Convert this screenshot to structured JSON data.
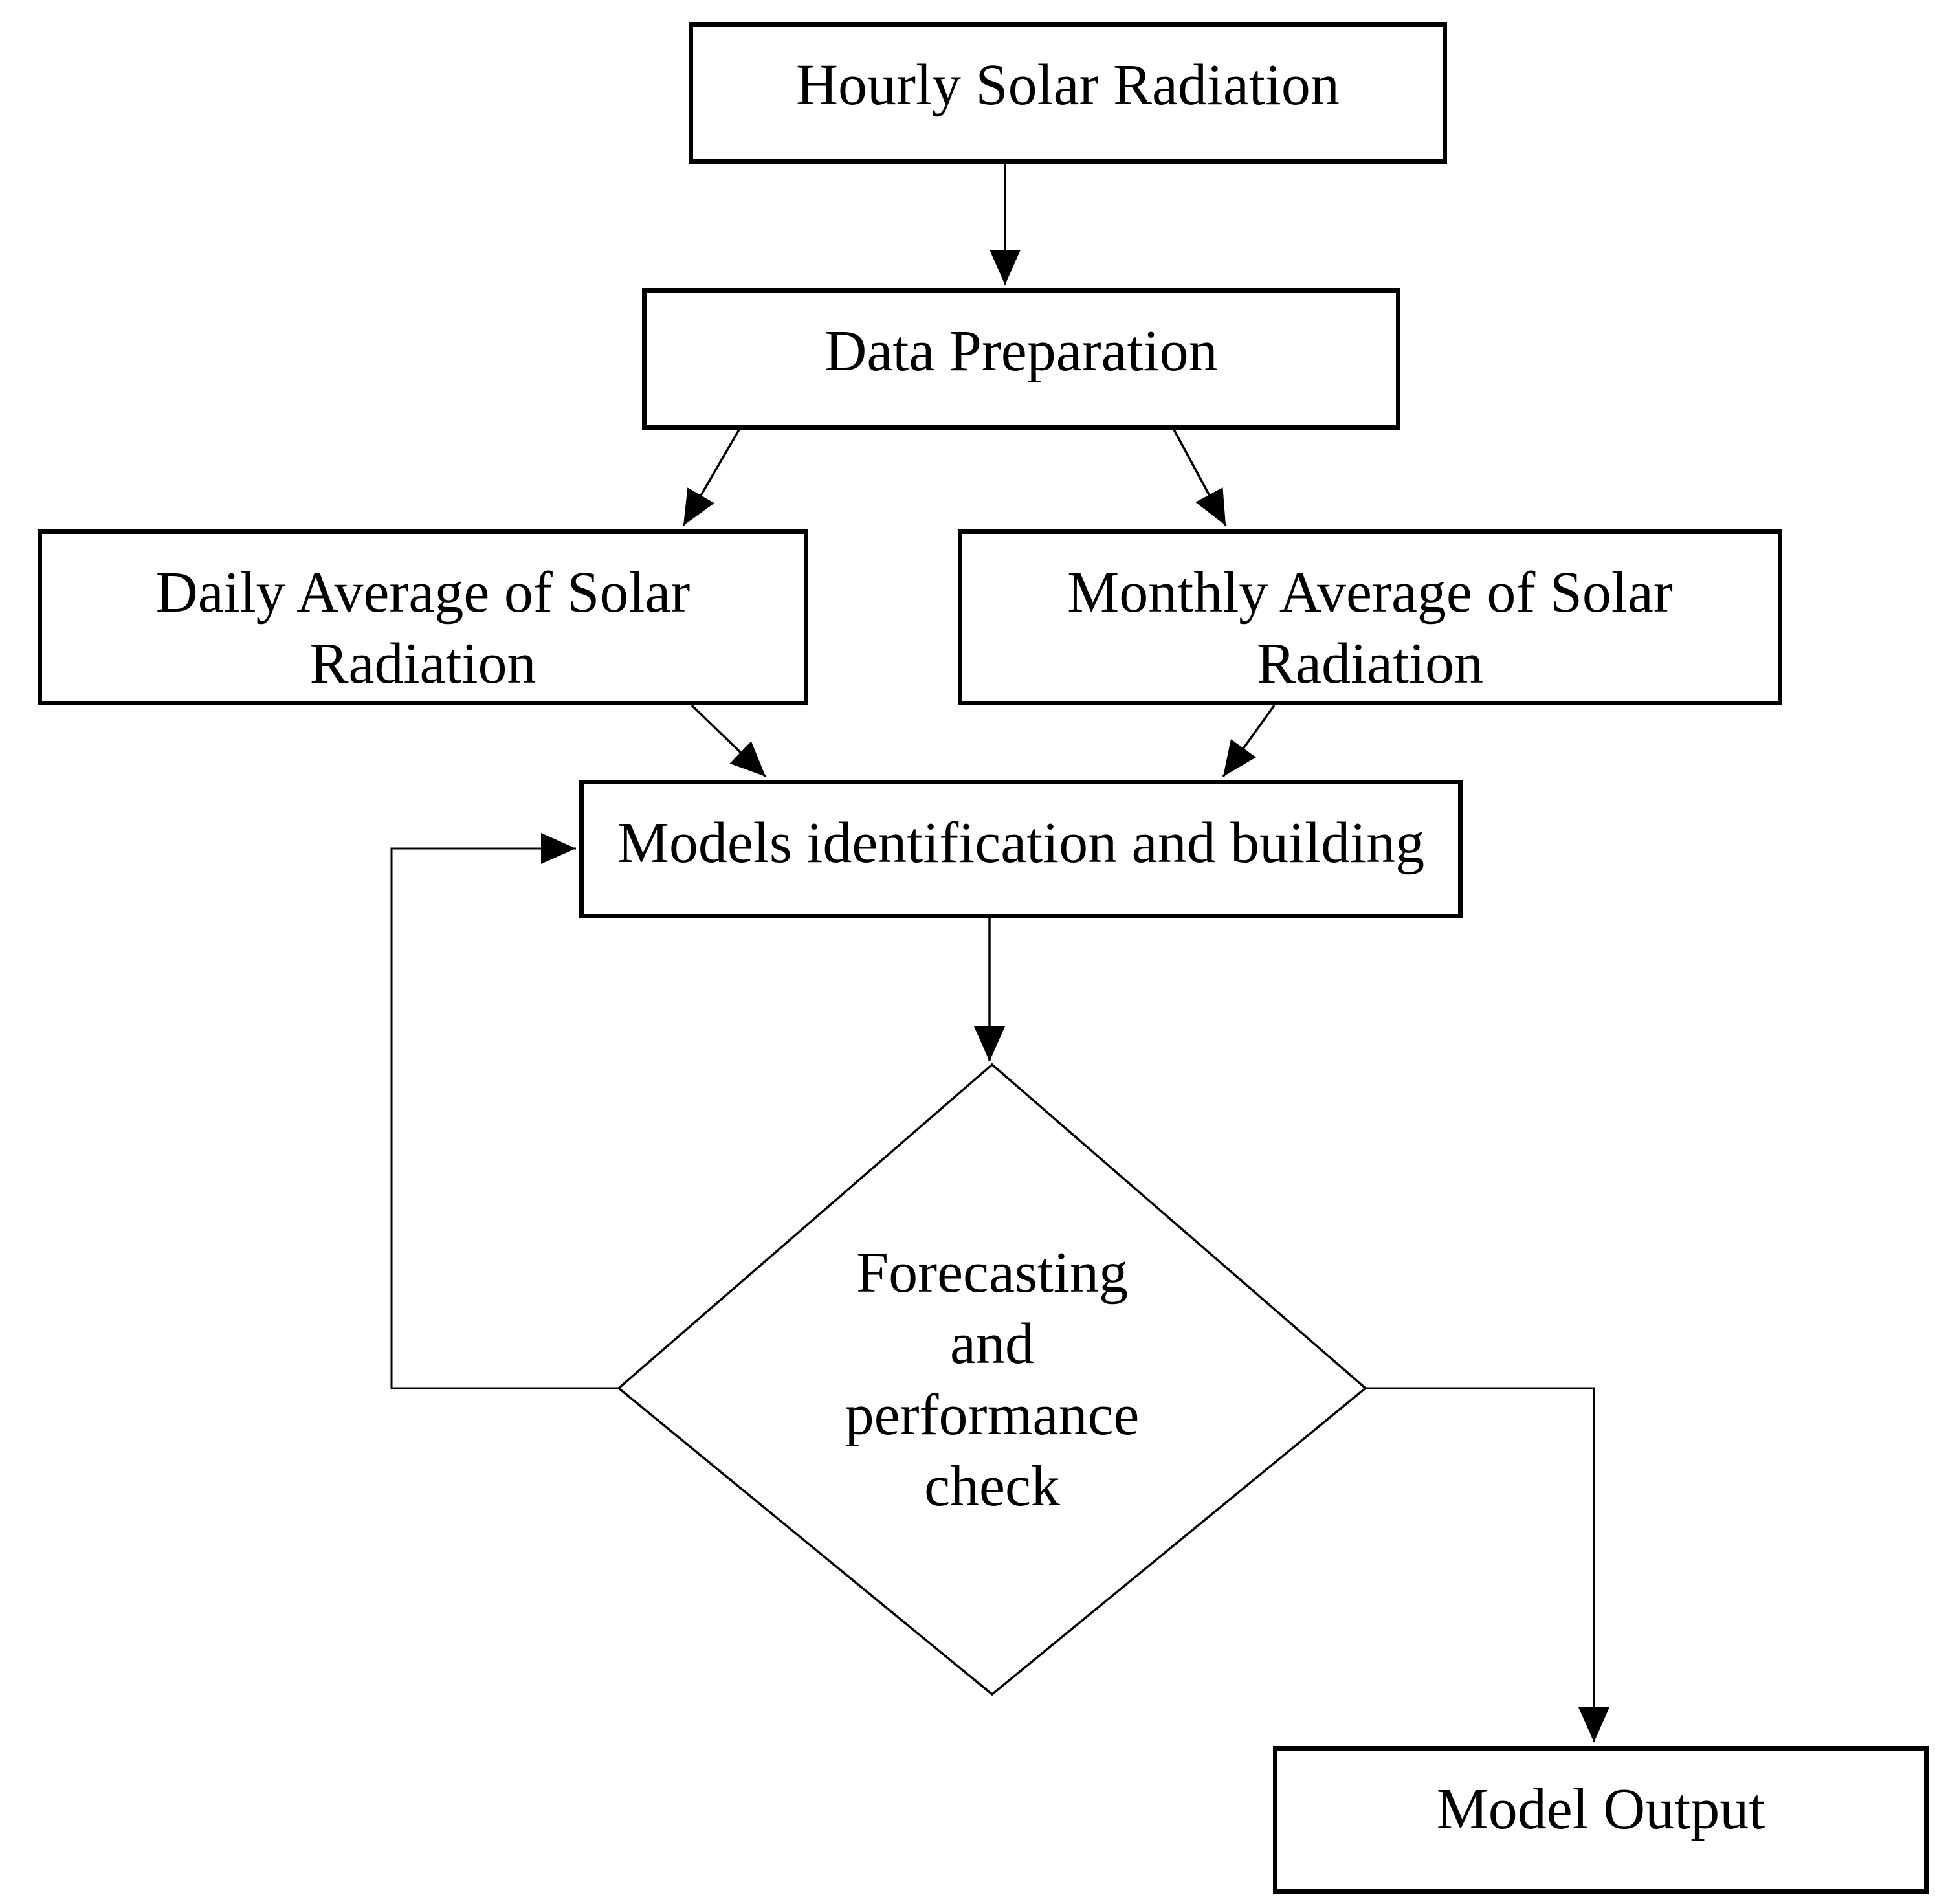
{
  "palette": {
    "background": "#ffffff",
    "ink": "#000000"
  },
  "flowchart": {
    "nodes": {
      "hourly": {
        "label": "Hourly Solar Radiation",
        "shape": "rectangle"
      },
      "dataprep": {
        "label": "Data Preparation",
        "shape": "rectangle"
      },
      "daily": {
        "label": "Daily Average of Solar Radiation",
        "shape": "rectangle"
      },
      "monthly": {
        "label": "Monthly Average of Solar Radiation",
        "shape": "rectangle"
      },
      "models": {
        "label": "Models identification and building",
        "shape": "rectangle"
      },
      "forecast": {
        "shape": "diamond",
        "lines": [
          "Forecasting",
          "and",
          "performance",
          "check"
        ]
      },
      "output": {
        "label": "Model Output",
        "shape": "rectangle"
      }
    },
    "edges": [
      {
        "from": "hourly",
        "to": "dataprep"
      },
      {
        "from": "dataprep",
        "to": "daily"
      },
      {
        "from": "dataprep",
        "to": "monthly"
      },
      {
        "from": "daily",
        "to": "models"
      },
      {
        "from": "monthly",
        "to": "models"
      },
      {
        "from": "models",
        "to": "forecast"
      },
      {
        "from": "forecast",
        "to": "models",
        "kind": "loop-back"
      },
      {
        "from": "forecast",
        "to": "output"
      }
    ]
  }
}
